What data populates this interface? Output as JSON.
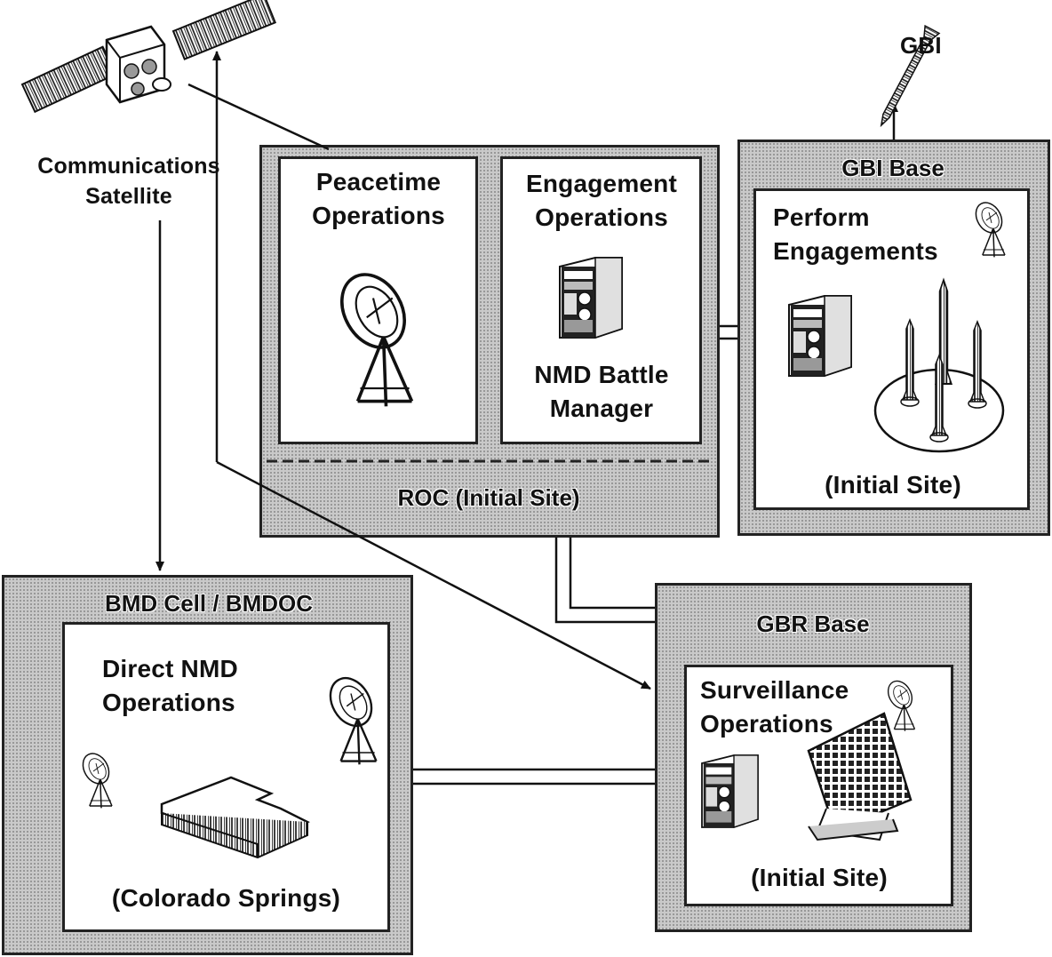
{
  "satellite": {
    "label_line1": "Communications",
    "label_line2": "Satellite"
  },
  "gbi": {
    "label": "GBI"
  },
  "roc": {
    "header": "ROC (Initial Site)",
    "peacetime": {
      "line1": "Peacetime",
      "line2": "Operations"
    },
    "engagement": {
      "line1": "Engagement",
      "line2": "Operations"
    },
    "battle_manager": {
      "line1": "NMD Battle",
      "line2": "Manager"
    }
  },
  "gbi_base": {
    "header": "GBI Base",
    "title_line1": "Perform",
    "title_line2": "Engagements",
    "site": "(Initial Site)"
  },
  "bmd_cell": {
    "header": "BMD Cell / BMDOC",
    "title_line1": "Direct NMD",
    "title_line2": "Operations",
    "site": "(Colorado Springs)"
  },
  "gbr_base": {
    "header": "GBR Base",
    "title_line1": "Surveillance",
    "title_line2": "Operations",
    "site": "(Initial Site)"
  }
}
